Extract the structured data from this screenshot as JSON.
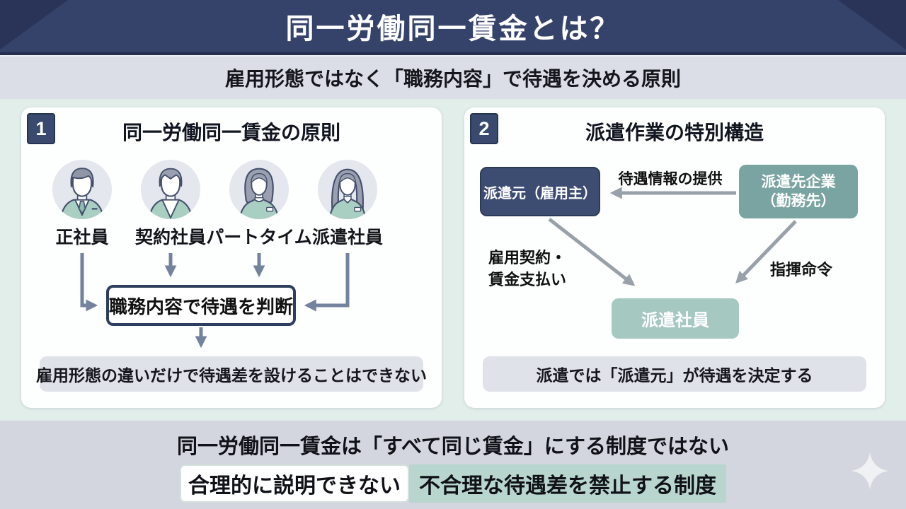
{
  "header": {
    "title": "同一労働同一賃金とは？"
  },
  "subtitle": {
    "text": "雇用形態ではなく「職務内容」で待遇を決める原則"
  },
  "panel1": {
    "number": "1",
    "title": "同一労働同一賃金の原則",
    "people": [
      {
        "label": "正社員",
        "icon": "male-employee-suit-icon"
      },
      {
        "label": "契約社員",
        "icon": "male-employee-icon"
      },
      {
        "label": "パートタイム",
        "icon": "female-employee-bob-icon"
      },
      {
        "label": "派遣社員",
        "icon": "female-employee-long-hair-icon"
      }
    ],
    "decision_box": "職務内容で待遇を判断",
    "note": "雇用形態の違いだけで待遇差を設けることはできない"
  },
  "panel2": {
    "number": "2",
    "title": "派遣作業の特別構造",
    "agency_box": "派遣元（雇用主）",
    "client_box": {
      "line1": "派遣先企業",
      "line2": "（勤務先）"
    },
    "top_arrow_label": "待遇情報の提供",
    "left_arrow_label": {
      "line1": "雇用契約・",
      "line2": "賃金支払い"
    },
    "right_arrow_label": "指揮命令",
    "worker_box": "派遣社員",
    "note": "派遣では「派遣元」が待遇を決定する"
  },
  "bottom": {
    "line1": "同一労働同一賃金は「すべて同じ賃金」にする制度ではない",
    "highlight_white": "合理的に説明できない",
    "highlight_teal": "不合理な待遇差を禁止する制度",
    "sparkle_icon": "sparkle-icon"
  },
  "colors": {
    "header_navy": "#35436B",
    "box_navy": "#3D4C71",
    "teal_box": "#7AA4A1",
    "sage_box": "#A5C8C1",
    "mint_background": "#E2EEEA",
    "subtitle_gray": "#DBDEE6",
    "bottom_gray": "#D3D6DE",
    "note_gray": "#E0E2E9",
    "highlight_teal": "#B8D5CE",
    "arrow_slate": "#74839D",
    "arrow_gray": "#98A0A9",
    "clothing_teal": "#A9CFC3"
  }
}
